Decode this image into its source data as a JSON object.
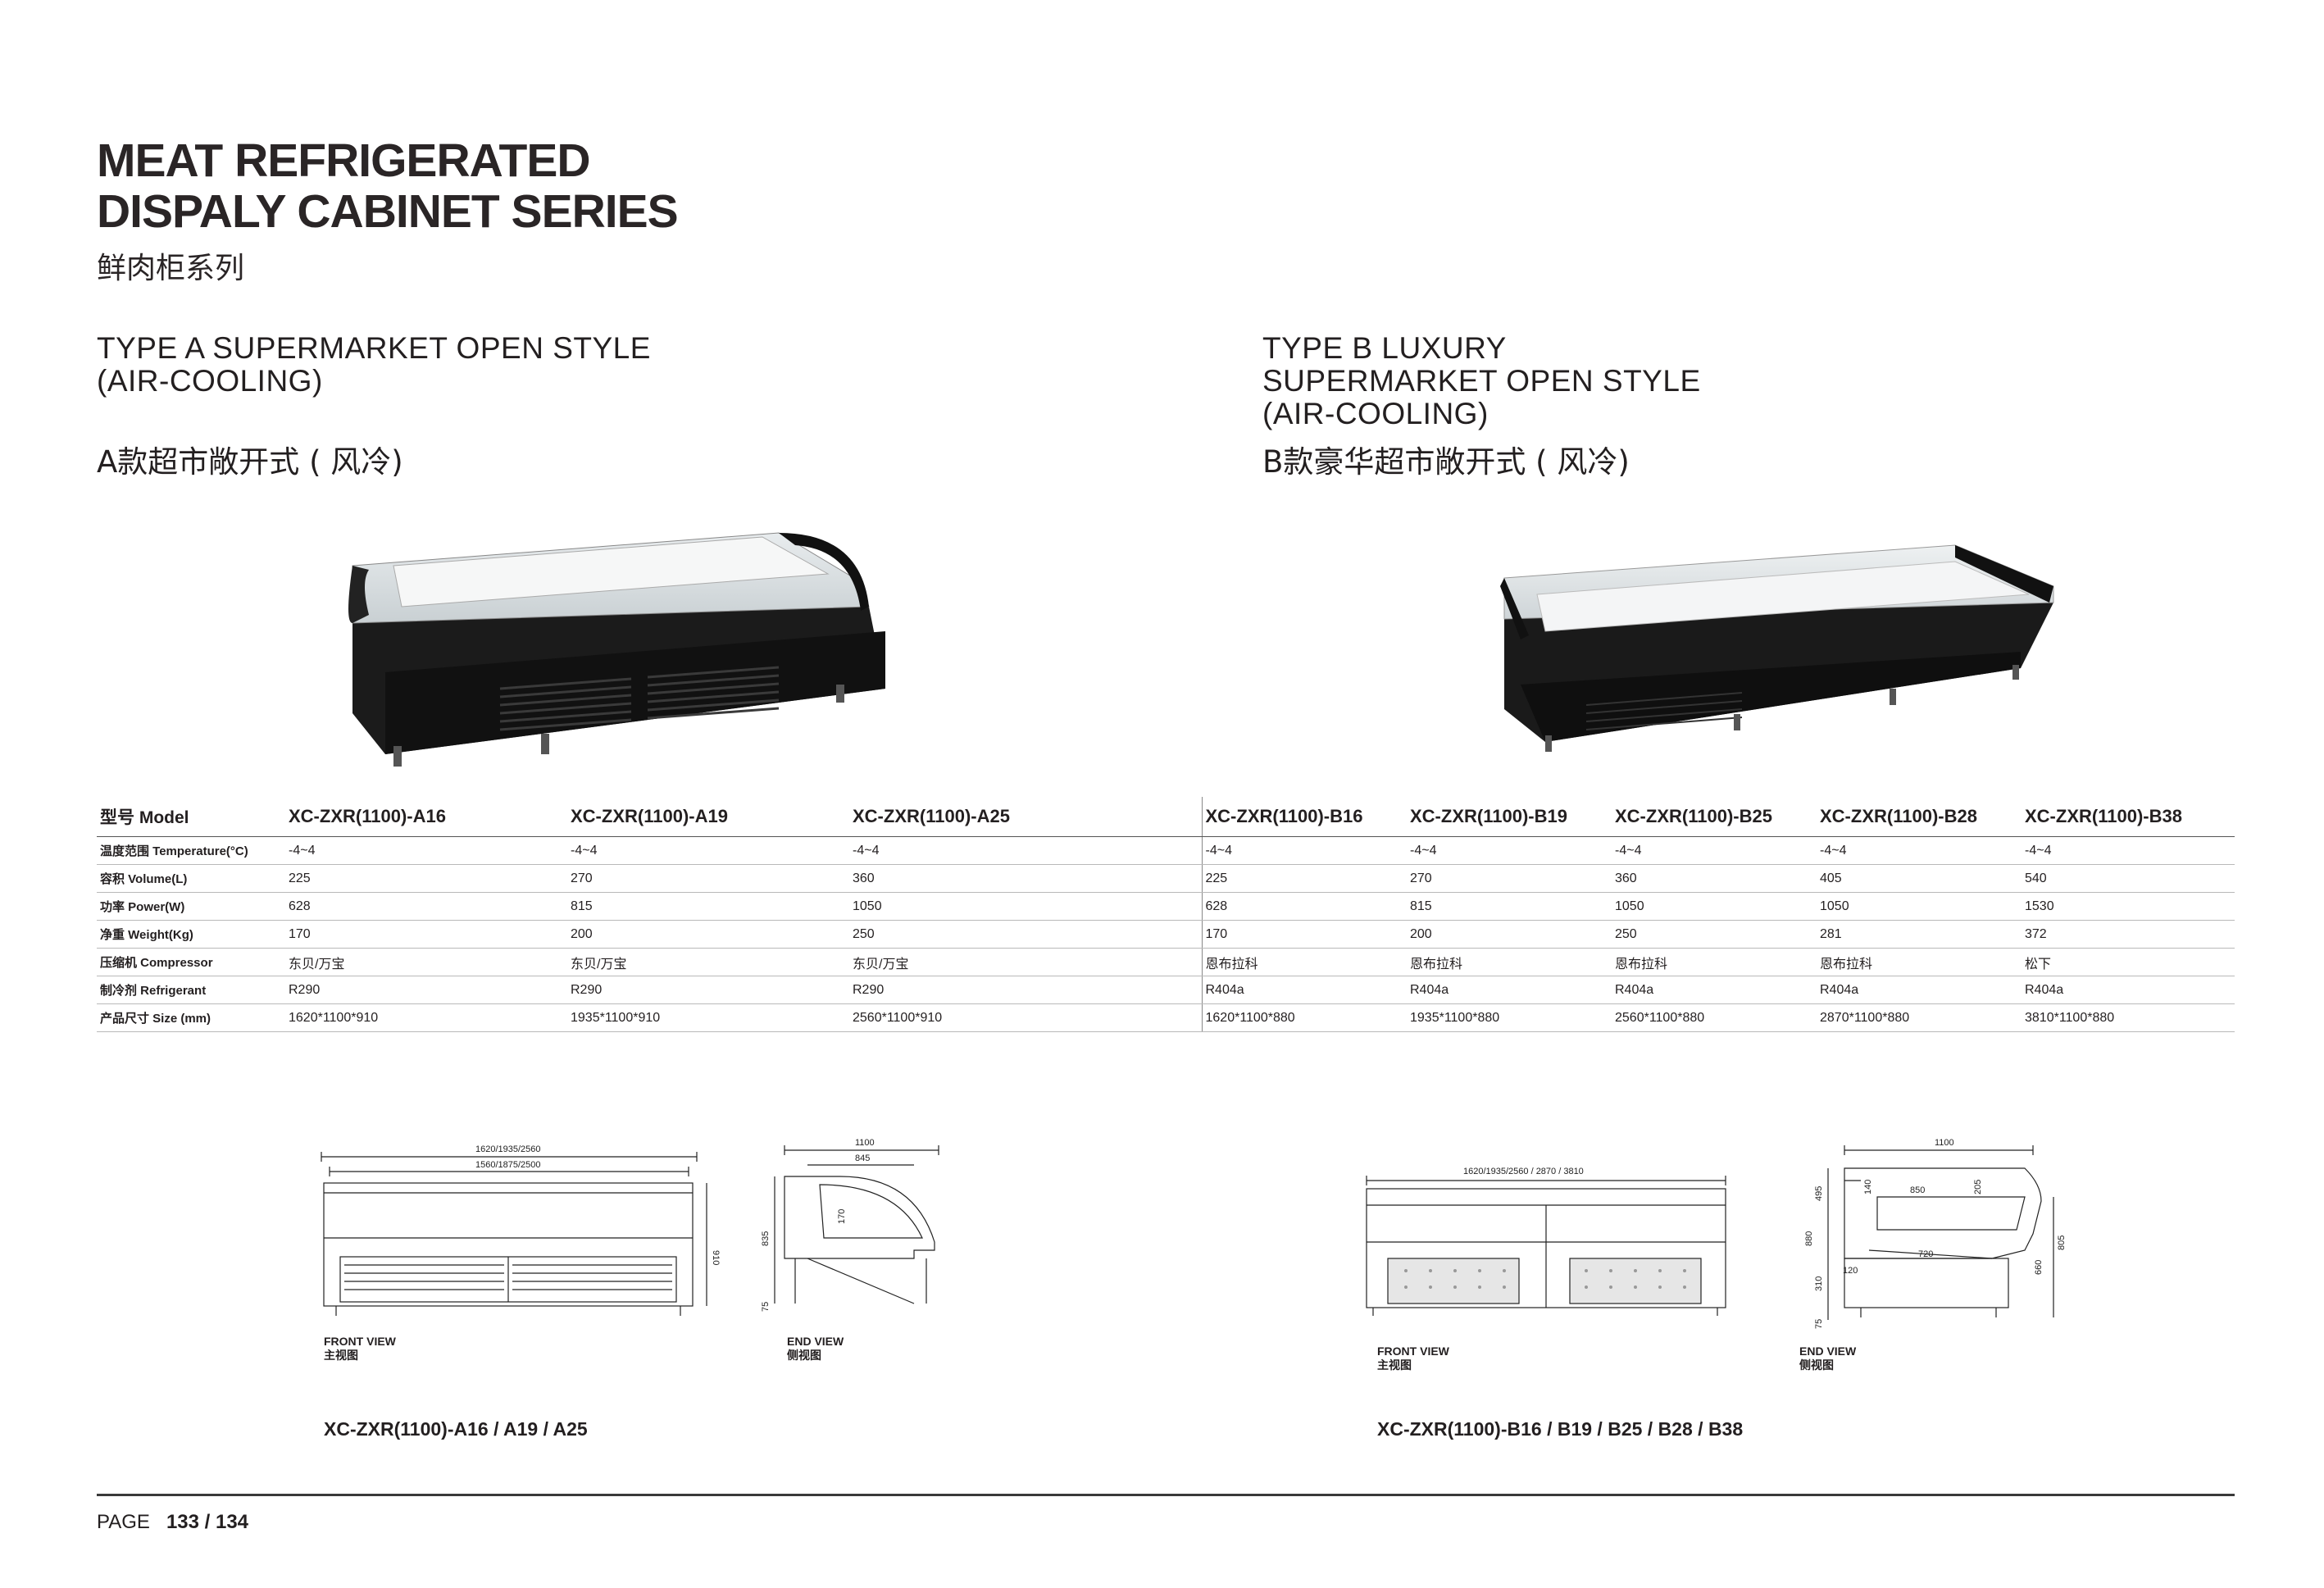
{
  "header": {
    "title_line1": "MEAT REFRIGERATED",
    "title_line2": "DISPALY CABINET SERIES",
    "title_cn": "鲜肉柜系列"
  },
  "type_a": {
    "line1": "TYPE  A  SUPERMARKET  OPEN  STYLE",
    "line2": "(AIR-COOLING)",
    "cn": "A款超市敞开式 ( 风冷)"
  },
  "type_b": {
    "line1": "TYPE  B  LUXURY",
    "line2": "SUPERMARKET OPEN STYLE",
    "line3": "(AIR-COOLING)",
    "cn": "B款豪华超市敞开式 ( 风冷)"
  },
  "table": {
    "header_label": "型号 Model",
    "a_models": [
      "XC-ZXR(1100)-A16",
      "XC-ZXR(1100)-A19",
      "XC-ZXR(1100)-A25"
    ],
    "b_models": [
      "XC-ZXR(1100)-B16",
      "XC-ZXR(1100)-B19",
      "XC-ZXR(1100)-B25",
      "XC-ZXR(1100)-B28",
      "XC-ZXR(1100)-B38"
    ],
    "rows": [
      {
        "label": "温度范围 Temperature(°C)",
        "a": [
          "-4~4",
          "-4~4",
          "-4~4"
        ],
        "b": [
          "-4~4",
          "-4~4",
          "-4~4",
          "-4~4",
          "-4~4"
        ]
      },
      {
        "label": "容积 Volume(L)",
        "a": [
          "225",
          "270",
          "360"
        ],
        "b": [
          "225",
          "270",
          "360",
          "405",
          "540"
        ]
      },
      {
        "label": "功率 Power(W)",
        "a": [
          "628",
          "815",
          "1050"
        ],
        "b": [
          "628",
          "815",
          "1050",
          "1050",
          "1530"
        ]
      },
      {
        "label": "净重 Weight(Kg)",
        "a": [
          "170",
          "200",
          "250"
        ],
        "b": [
          "170",
          "200",
          "250",
          "281",
          "372"
        ]
      },
      {
        "label": "压缩机 Compressor",
        "a": [
          "东贝/万宝",
          "东贝/万宝",
          "东贝/万宝"
        ],
        "b": [
          "恩布拉科",
          "恩布拉科",
          "恩布拉科",
          "恩布拉科",
          "松下"
        ]
      },
      {
        "label": "制冷剂 Refrigerant",
        "a": [
          "R290",
          "R290",
          "R290"
        ],
        "b": [
          "R404a",
          "R404a",
          "R404a",
          "R404a",
          "R404a"
        ]
      },
      {
        "label": "产品尺寸 Size (mm)",
        "a": [
          "1620*1100*910",
          "1935*1100*910",
          "2560*1100*910"
        ],
        "b": [
          "1620*1100*880",
          "1935*1100*880",
          "2560*1100*880",
          "2870*1100*880",
          "3810*1100*880"
        ]
      }
    ]
  },
  "drawings": {
    "a": {
      "front_dim_outer": "1620/1935/2560",
      "front_dim_inner": "1560/1875/2500",
      "front_height": "910",
      "end_width": "1100",
      "end_inner": "845",
      "end_h1": "835",
      "end_h2": "170",
      "end_leg": "75",
      "front_view": "FRONT VIEW",
      "front_view_cn": "主视图",
      "end_view": "END VIEW",
      "end_view_cn": "侧视图",
      "model": "XC-ZXR(1100)-A16 / A19 / A25"
    },
    "b": {
      "front_dim": "1620/1935/2560 / 2870 / 3810",
      "end_width": "1100",
      "end_inner": "850",
      "end_inner2": "720",
      "end_h_495": "495",
      "end_h_140": "140",
      "end_h_205": "205",
      "end_h_880": "880",
      "end_h_120": "120",
      "end_h_310": "310",
      "end_h_660": "660",
      "end_h_805": "805",
      "end_leg": "75",
      "front_view": "FRONT VIEW",
      "front_view_cn": "主视图",
      "end_view": "END VIEW",
      "end_view_cn": "侧视图",
      "model": "XC-ZXR(1100)-B16  /  B19  /  B25  /  B28  /  B38"
    }
  },
  "footer": {
    "page_word": "PAGE",
    "page_numbers": "133 / 134"
  }
}
